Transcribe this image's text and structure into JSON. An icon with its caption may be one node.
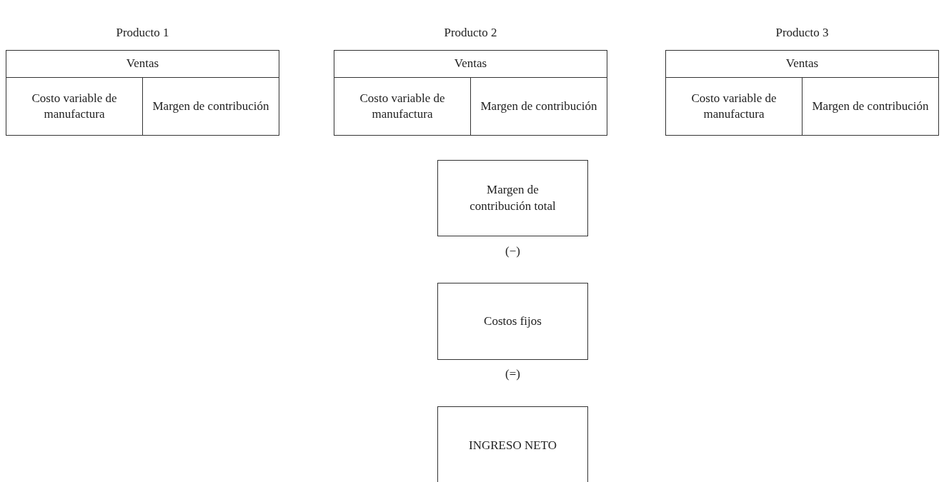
{
  "diagram": {
    "nodes": [
      {
        "text": [
          "Producto 1"
        ]
      },
      {
        "text": [
          "Ventas"
        ],
        "in": 0
      },
      {
        "text": [
          "Costo variable de manufactura"
        ],
        "in": 0
      },
      {
        "text": [
          "Margen de contribución"
        ],
        "in": 0
      },
      {
        "text": [
          "Producto 2"
        ]
      },
      {
        "text": [
          "Ventas"
        ],
        "in": 4
      },
      {
        "text": [
          "Costo variable de manufactura"
        ],
        "in": 4
      },
      {
        "text": [
          "Margen de contribución"
        ],
        "in": 4
      },
      {
        "text": [
          "Producto 3"
        ]
      },
      {
        "text": [
          "Ventas"
        ],
        "in": 8
      },
      {
        "text": [
          "Costo variable de manufactura"
        ],
        "in": 8
      },
      {
        "text": [
          "Margen de contribución"
        ],
        "in": 8
      },
      {
        "text": [
          "Margen de contribución total"
        ]
      },
      {
        "text": [
          "Costos fijos"
        ]
      },
      {
        "text": [
          "INGRESO NETO"
        ]
      }
    ],
    "labels": [
      "(−)",
      "(=)"
    ]
  }
}
